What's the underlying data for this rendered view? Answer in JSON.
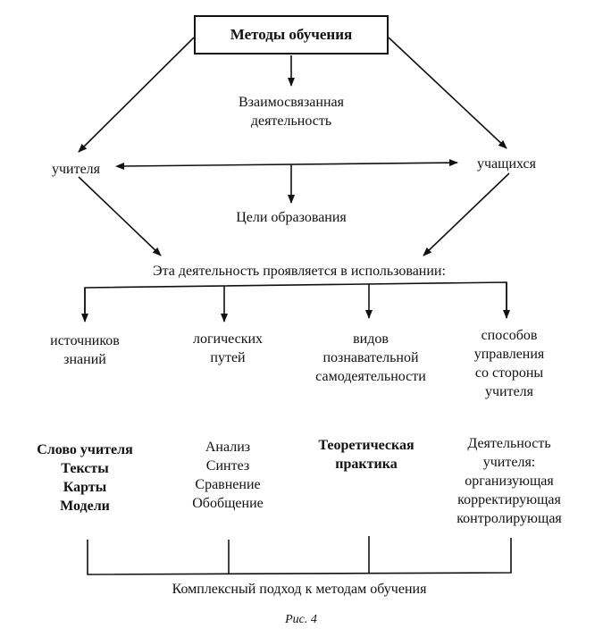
{
  "diagram": {
    "title": "Методы обучения",
    "center_top": "Взаимосвязанная\nдеятельность",
    "left_node": "учителя",
    "right_node": "учащихся",
    "center_mid": "Цели образования",
    "usage_line": "Эта деятельность проявляется в использовании:",
    "categories": [
      {
        "label": "источников\nзнаний",
        "items": "Слово учителя\nТексты\nКарты\nМодели"
      },
      {
        "label": "логических\nпутей",
        "items": "Анализ\nСинтез\nСравнение\nОбобщение"
      },
      {
        "label": "видов\nпознавательной\nсамодеятельности",
        "items": "Теоретическая\nпрактика"
      },
      {
        "label": "способов\nуправления\nсо стороны\nучителя",
        "items": "Деятельность\nучителя:\nорганизующая\nкорректирующая\nконтролирующая"
      }
    ],
    "bottom": "Комплексный подход к методам обучения",
    "caption": "Рис. 4"
  }
}
